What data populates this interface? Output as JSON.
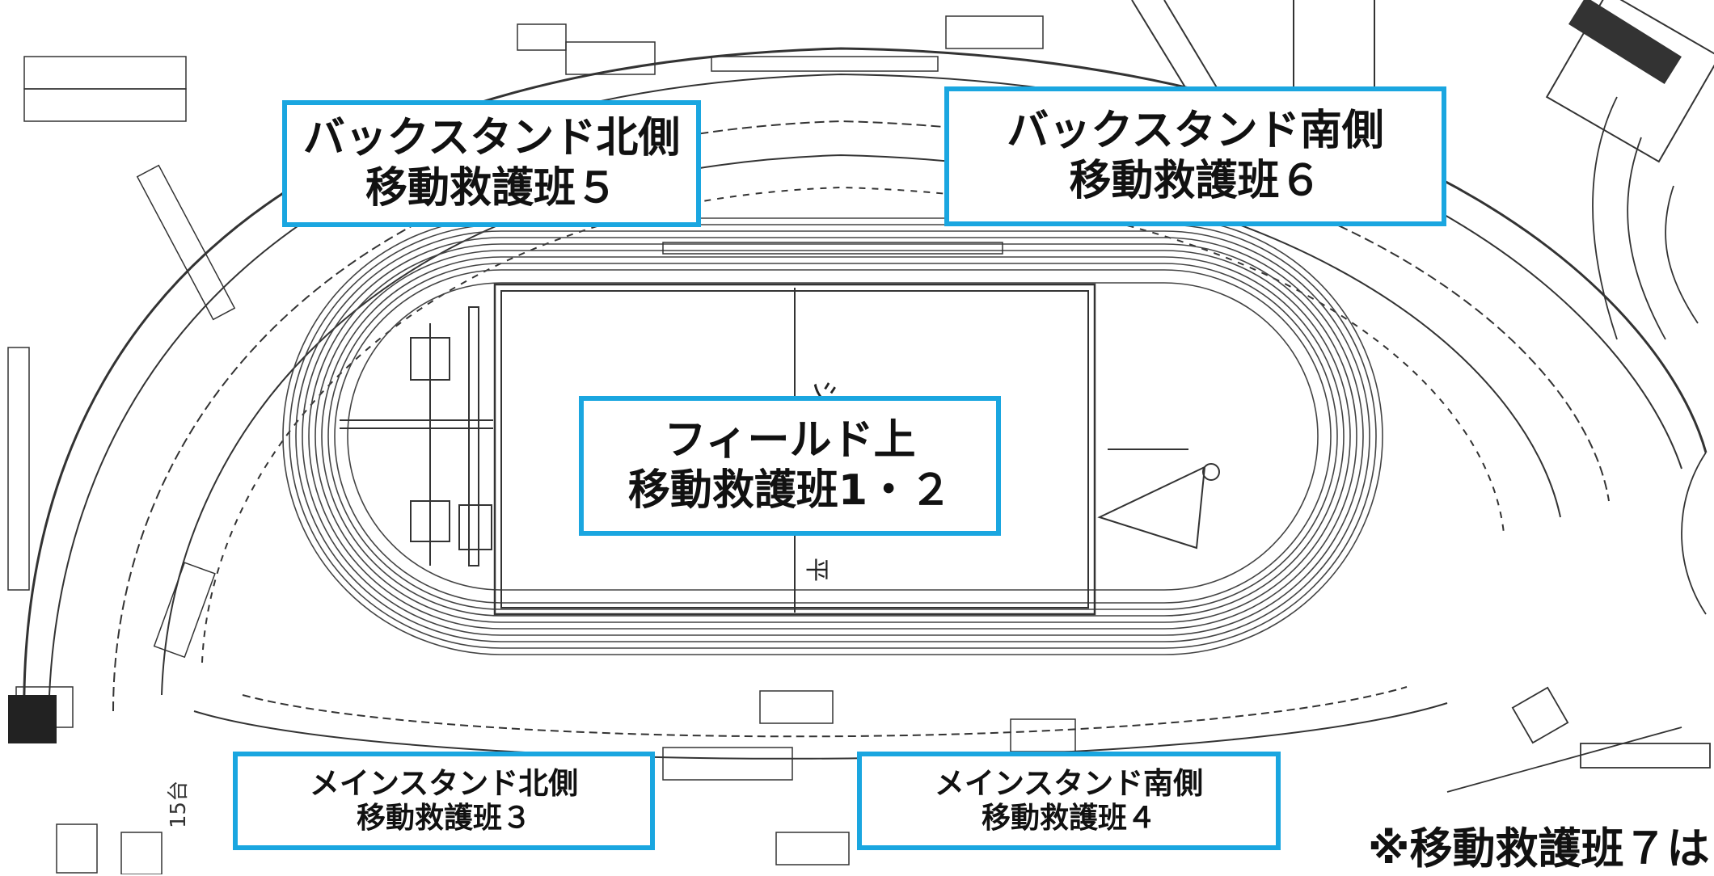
{
  "plan": {
    "field_marking_label": "ジアム",
    "field_marking_char": "平",
    "parking_count_label": "15台"
  },
  "callouts": {
    "back_north": {
      "area": "バックスタンド北側",
      "team": "移動救護班５"
    },
    "back_south": {
      "area": "バックスタンド南側",
      "team": "移動救護班６"
    },
    "field": {
      "area": "フィールド上",
      "team": "移動救護班1・２"
    },
    "main_north": {
      "area": "メインスタンド北側",
      "team": "移動救護班３"
    },
    "main_south": {
      "area": "メインスタンド南側",
      "team": "移動救護班４"
    }
  },
  "note": {
    "text": "※移動救護班７は"
  },
  "colors": {
    "callout_border": "#1aa6e0",
    "plan_line": "#333333",
    "background": "#ffffff"
  }
}
